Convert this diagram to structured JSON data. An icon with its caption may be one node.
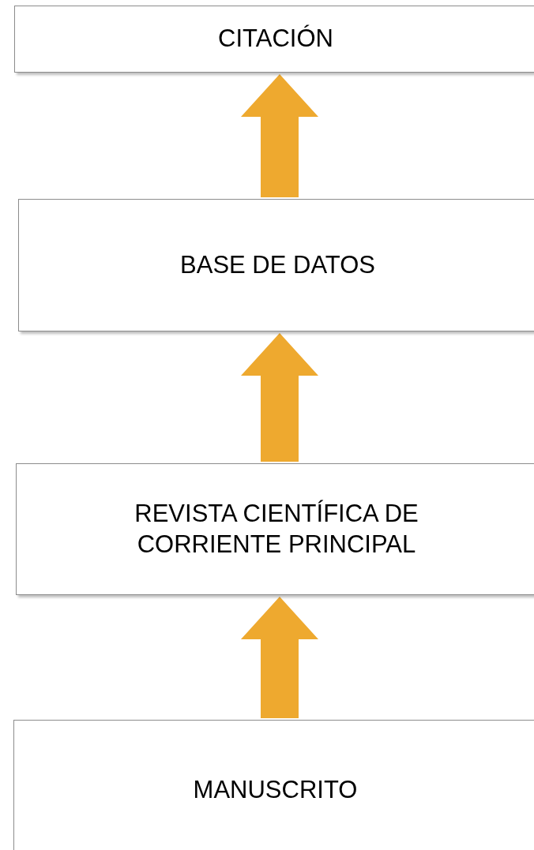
{
  "diagram": {
    "nodes": [
      {
        "text": [
          "CITACIÓN"
        ]
      },
      {
        "text": [
          "BASE DE DATOS"
        ]
      },
      {
        "text": [
          "REVISTA CIENTÍFICA DE CORRIENTE PRINCIPAL"
        ]
      },
      {
        "text": [
          "MANUSCRITO"
        ]
      }
    ],
    "edges": [
      {
        "from": 3,
        "to": 2,
        "arrow": "to"
      },
      {
        "from": 2,
        "to": 1,
        "arrow": "to"
      },
      {
        "from": 1,
        "to": 0,
        "arrow": "to"
      }
    ]
  }
}
